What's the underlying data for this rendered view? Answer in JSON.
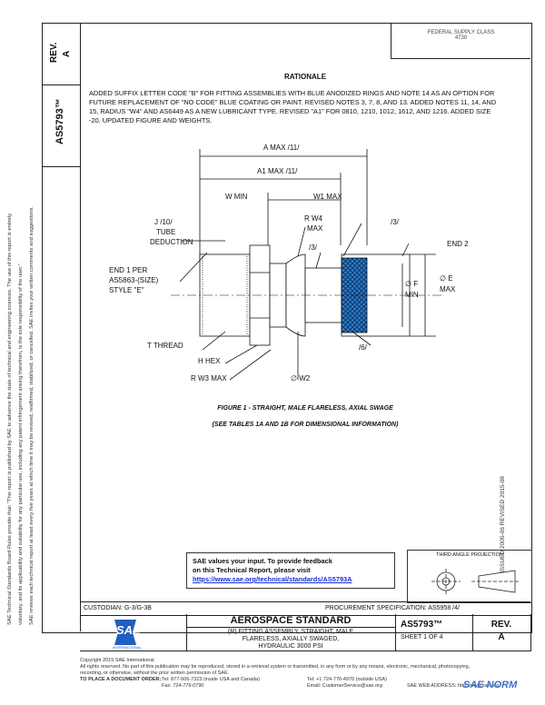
{
  "header": {
    "rev_label": "REV.",
    "rev_value": "A",
    "doc_number": "AS5793™",
    "federal_class": "FEDERAL SUPPLY CLASS",
    "federal_class_num": "4730"
  },
  "side_notice": [
    "SAE Technical Standards Board Rules provide that: \"This report is published by SAE to advance the state of technical and engineering sciences. The use of this report is entirely",
    "voluntary, and its applicability and suitability for any particular use, including any patent infringement arising therefrom, is the sole responsibility of the user.\"",
    "SAE reviews each technical report at least every five years at which time it may be revised, reaffirmed, stabilized, or cancelled. SAE invites your written comments and suggestions."
  ],
  "rationale": {
    "title": "RATIONALE",
    "text": "ADDED SUFFIX LETTER CODE \"B\" FOR FITTING ASSEMBLIES WITH BLUE ANODIZED RINGS AND NOTE 14 AS AN OPTION FOR FUTURE REPLACEMENT OF \"NO CODE\" BLUE COATING OR PAINT. REVISED NOTES 3, 7, 8, AND 13. ADDED NOTES 11, 14, AND 15, RADIUS \"W4\" AND AS6449 AS A NEW LUBRICANT TYPE. REVISED \"A1\" FOR 0810, 1210, 1012, 1612, AND 1216. ADDED SIZE -20. UPDATED FIGURE AND WEIGHTS."
  },
  "figure": {
    "labels": {
      "a_max": "A MAX /11/",
      "a1_max": "A1 MAX /11/",
      "w_min": "W MIN",
      "w1_max": "W1 MAX",
      "j_tube_1": "J /10/",
      "j_tube_2": "TUBE",
      "j_tube_3": "DEDUCTION",
      "rw4_1": "R W4",
      "rw4_2": "MAX",
      "note3a": "/3/",
      "note3b": "/3/",
      "end2": "END 2",
      "end1_1": "END 1 PER",
      "end1_2": "AS5863-(SIZE)",
      "end1_3": "STYLE \"E\"",
      "phi_f_1": "∅ F",
      "phi_f_2": "MIN",
      "phi_e_1": "∅ E",
      "phi_e_2": "MAX",
      "t_thread": "T THREAD",
      "h_hex": "H HEX",
      "note6": "/6/",
      "r_w3": "R W3 MAX",
      "phi_w2": "∅ W2"
    },
    "caption": "FIGURE 1 - STRAIGHT, MALE FLARELESS, AXIAL SWAGE",
    "subcaption": "(SEE TABLES 1A AND 1B FOR DIMENSIONAL INFORMATION)"
  },
  "feedback": {
    "line1": "SAE values your input. To provide feedback",
    "line2": "on this Technical Report, please visit",
    "link": "https://www.sae.org/technical/standards/AS5793A"
  },
  "projection_label": "THIRD ANGLE PROJECTION",
  "issued": "ISSUED 2005-06    REVISED 2015-08",
  "custodian": "CUSTODIAN: G-3/G-3B",
  "procurement": "PROCUREMENT SPECIFICATION: AS5958 /4/",
  "title_block": {
    "logo": "SAE",
    "logo_sub": "INTERNATIONAL",
    "aero": "AEROSPACE STANDARD",
    "desc1": "(R) FITTING ASSEMBLY, STRAIGHT, MALE",
    "desc2": "FLARELESS, AXIALLY SWAGED,",
    "desc3": "HYDRAULIC 3000 PSI",
    "docnum": "AS5793™",
    "sheet": "SHEET 1 OF 4",
    "rev_label": "REV.",
    "rev_value": "A"
  },
  "footer": {
    "copyright": "Copyright 2015 SAE International",
    "rights": "All rights reserved. No part of this publication may be reproduced, stored in a retrieval system or transmitted, in any form or by any means, electronic, mechanical, photocopying,",
    "rights2": "recording, or otherwise, without the prior written permission of SAE.",
    "order_label": "TO PLACE A DOCUMENT ORDER:",
    "tel1": "Tel: 877-606-7323 (inside USA and Canada)",
    "tel2": "Tel: +1 724-776-4970 (outside USA)",
    "fax": "Fax: 724-776-0790",
    "email": "Email: CustomerService@sae.org",
    "web": "SAE WEB ADDRESS: http://www.sae.org",
    "watermark": "SAE NORM"
  }
}
